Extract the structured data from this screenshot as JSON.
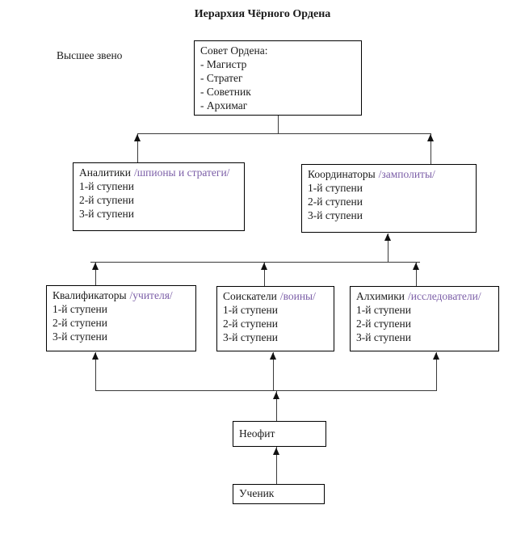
{
  "title": "Иерархия Чёрного Ордена",
  "top_label": "Высшее звено",
  "colors": {
    "accent_purple": "#7b5ea7",
    "connector_line": "#3a3a3a",
    "box_border": "#000000",
    "text": "#1a1a1a",
    "background": "#ffffff"
  },
  "boxes": {
    "council": {
      "title": "Совет Ордена:",
      "members": [
        "- Магистр",
        "- Стратег",
        "- Советник",
        "- Архимаг"
      ]
    },
    "analysts": {
      "name": "Аналитики",
      "role": "/шпионы и стратеги/",
      "levels": [
        "1-й ступени",
        "2-й ступени",
        "3-й ступени"
      ]
    },
    "coordinators": {
      "name": "Координаторы",
      "role": "/замполиты/",
      "levels": [
        "1-й ступени",
        "2-й ступени",
        "3-й ступени"
      ]
    },
    "qualifiers": {
      "name": "Квалификаторы",
      "role": "/учителя/",
      "levels": [
        "1-й ступени",
        "2-й ступени",
        "3-й ступени"
      ]
    },
    "aspirants": {
      "name": "Соискатели",
      "role": "/воины/",
      "levels": [
        "1-й ступени",
        "2-й ступени",
        "3-й ступени"
      ]
    },
    "alchemists": {
      "name": "Алхимики",
      "role": "/исследователи/",
      "levels": [
        "1-й ступени",
        "2-й ступени",
        "3-й ступени"
      ]
    },
    "neophyte": {
      "name": "Неофит"
    },
    "apprentice": {
      "name": "Ученик"
    }
  }
}
